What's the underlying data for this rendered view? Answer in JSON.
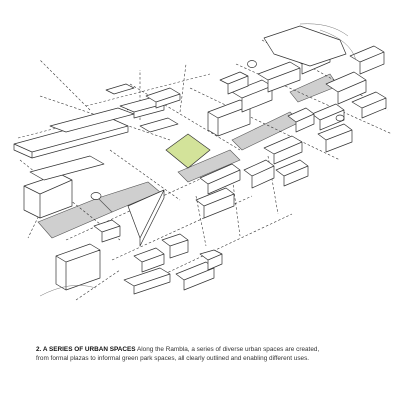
{
  "caption": {
    "heading": "2. A SERIES OF URBAN SPACES",
    "line1": "Along the Rambla, a series of  diverse urban spaces are created,",
    "line2": "from formal plazas to informal green park spaces, all clearly outlined and enabling different uses."
  },
  "colors": {
    "green_space": "#d3e39a",
    "grey_space": "#cfcfcf",
    "line": "#333333",
    "background": "#ffffff"
  }
}
